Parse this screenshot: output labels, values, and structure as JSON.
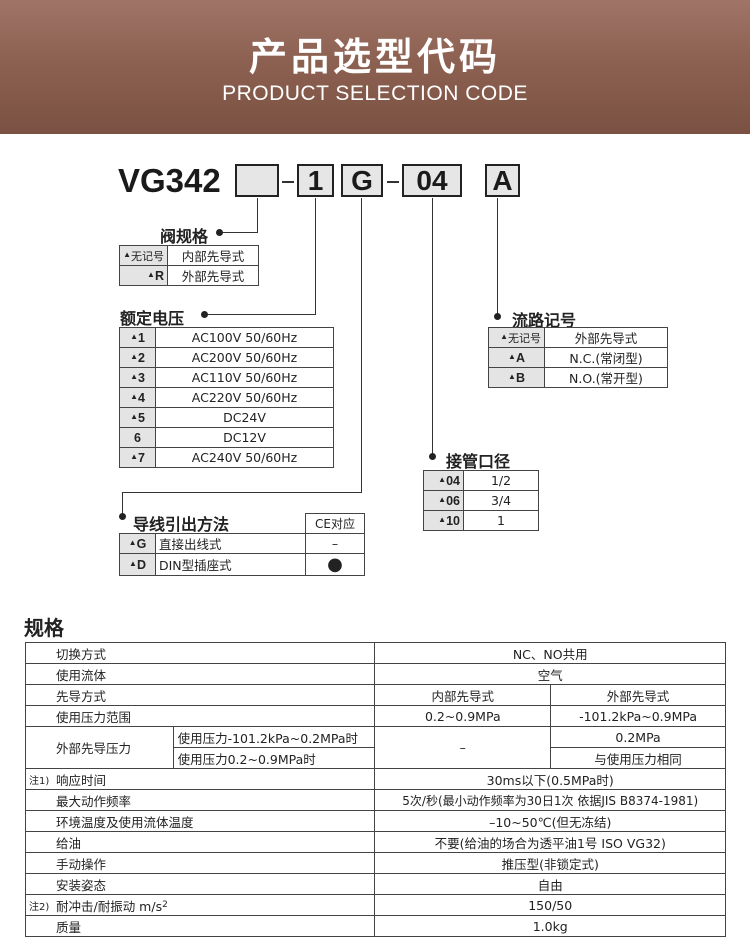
{
  "banner": {
    "title_cn": "产品选型代码",
    "title_en": "PRODUCT SELECTION CODE"
  },
  "code": {
    "prefix": "VG342",
    "field_voltage": "1",
    "field_wiring": "G",
    "field_port": "04",
    "field_flow": "A"
  },
  "valve_spec": {
    "label": "阀规格",
    "rows": [
      {
        "key": "无记号",
        "value": "内部先导式"
      },
      {
        "key": "R",
        "value": "外部先导式"
      }
    ]
  },
  "voltage": {
    "label": "额定电压",
    "rows": [
      {
        "key": "1",
        "value": "AC100V 50/60Hz",
        "marked": true
      },
      {
        "key": "2",
        "value": "AC200V 50/60Hz",
        "marked": true
      },
      {
        "key": "3",
        "value": "AC110V 50/60Hz",
        "marked": true
      },
      {
        "key": "4",
        "value": "AC220V 50/60Hz",
        "marked": true
      },
      {
        "key": "5",
        "value": "DC24V",
        "marked": true
      },
      {
        "key": "6",
        "value": "DC12V",
        "marked": false
      },
      {
        "key": "7",
        "value": "AC240V 50/60Hz",
        "marked": true
      }
    ]
  },
  "wiring": {
    "label": "导线引出方法",
    "ce_header": "CE对应",
    "rows": [
      {
        "key": "G",
        "value": "直接出线式",
        "ce": "–"
      },
      {
        "key": "D",
        "value": "DIN型插座式",
        "ce": "●"
      }
    ]
  },
  "port": {
    "label": "接管口径",
    "rows": [
      {
        "key": "04",
        "value": "1/2"
      },
      {
        "key": "06",
        "value": "3/4"
      },
      {
        "key": "10",
        "value": "1"
      }
    ]
  },
  "flow": {
    "label": "流路记号",
    "rows": [
      {
        "key": "无记号",
        "value": "外部先导式"
      },
      {
        "key": "A",
        "value": "N.C.(常闭型)"
      },
      {
        "key": "B",
        "value": "N.O.(常开型)"
      }
    ]
  },
  "marker": "▲",
  "spec": {
    "title": "规格",
    "switch_mode": {
      "name": "切换方式",
      "value": "NC、NO共用"
    },
    "fluid": {
      "name": "使用流体",
      "value": "空气"
    },
    "pilot": {
      "name": "先导方式",
      "internal": "内部先导式",
      "external": "外部先导式"
    },
    "pressure": {
      "name": "使用压力范围",
      "internal": "0.2~0.9MPa",
      "external": "-101.2kPa~0.9MPa"
    },
    "ext_pilot": {
      "name": "外部先导压力",
      "sub1": "使用压力-101.2kPa~0.2MPa时",
      "sub2": "使用压力0.2~0.9MPa时",
      "internal": "–",
      "ext1": "0.2MPa",
      "ext2": "与使用压力相同"
    },
    "response": {
      "note": "注1)",
      "name": "响应时间",
      "value": "30ms以下(0.5MPa时)"
    },
    "frequency": {
      "name": "最大动作频率",
      "value": "5次/秒(最小动作频率为30日1次 依据JIS B8374-1981)"
    },
    "temperature": {
      "name": "环境温度及使用流体温度",
      "value": "–10~50℃(但无冻结)"
    },
    "lubrication": {
      "name": "给油",
      "value": "不要(给油的场合为透平油1号 ISO VG32)"
    },
    "manual": {
      "name": "手动操作",
      "value": "推压型(非锁定式)"
    },
    "mounting": {
      "name": "安装姿态",
      "value": "自由"
    },
    "shock": {
      "note": "注2)",
      "name": "耐冲击/耐振动 m/s",
      "sup": "2",
      "value": "150/50"
    },
    "weight": {
      "name": "质量",
      "value": "1.0kg"
    }
  }
}
